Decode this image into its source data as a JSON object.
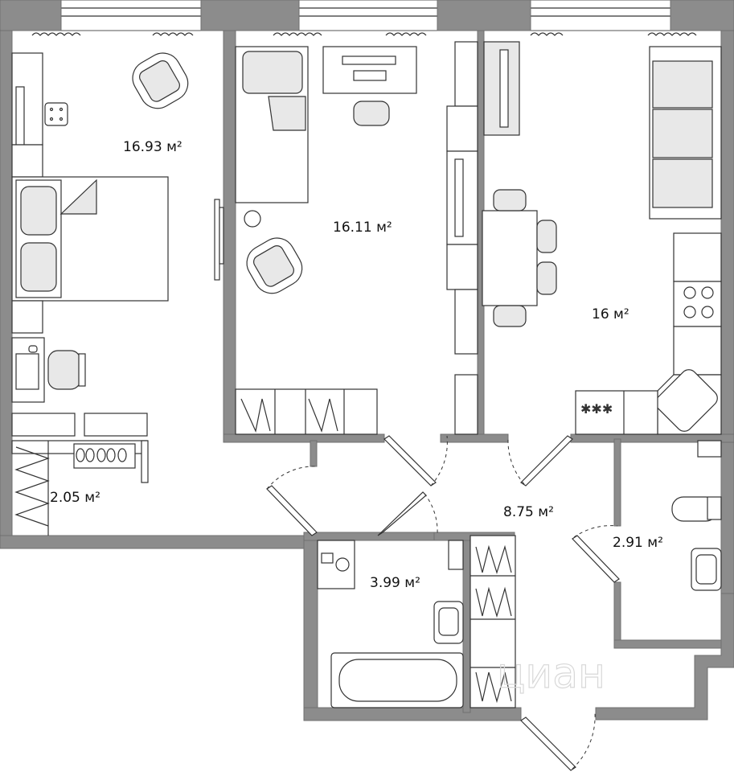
{
  "plan": {
    "rooms": [
      {
        "id": "bedroom-1",
        "area_label": "16.93 м²"
      },
      {
        "id": "bedroom-2",
        "area_label": "16.11 м²"
      },
      {
        "id": "kitchen-living",
        "area_label": "16 м²"
      },
      {
        "id": "wardrobe",
        "area_label": "2.05 м²"
      },
      {
        "id": "hallway",
        "area_label": "8.75 м²"
      },
      {
        "id": "bathroom",
        "area_label": "3.99 м²"
      },
      {
        "id": "toilet",
        "area_label": "2.91 м²"
      }
    ],
    "watermark": "циан",
    "colors": {
      "wall": "#8c8c8c",
      "furniture_fill": "#e8e8e8",
      "stroke": "#333333"
    }
  }
}
